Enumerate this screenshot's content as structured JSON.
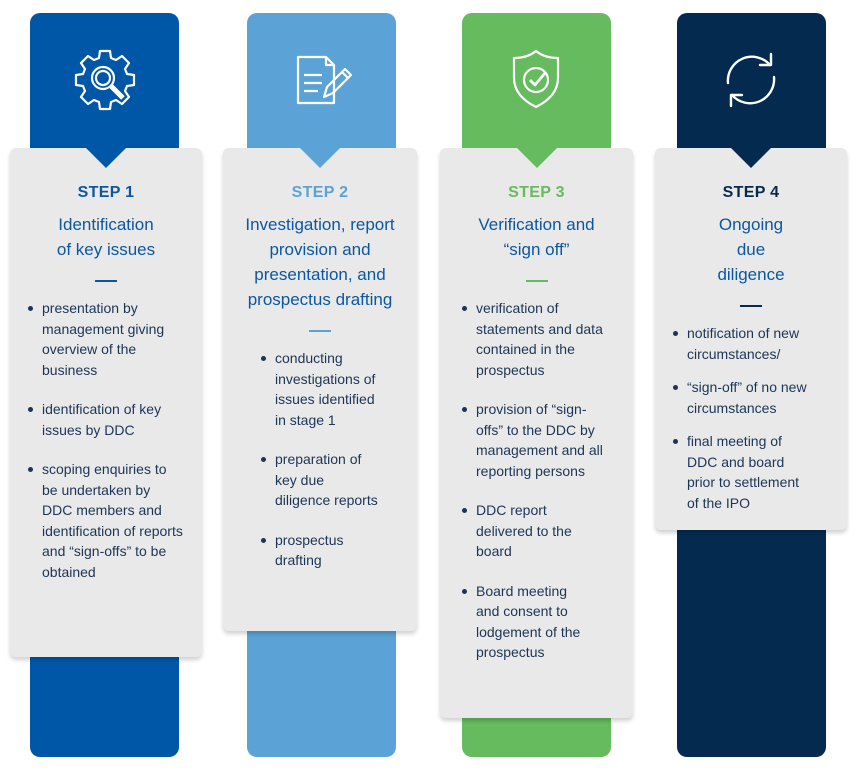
{
  "colors": {
    "step1": "#0057a8",
    "step2": "#5ba3d6",
    "step3": "#66bb5f",
    "step4": "#042b4f",
    "card": "#e9e9e9",
    "text": "#1c3557"
  },
  "steps": [
    {
      "icon": "gear-search-icon",
      "label": "STEP 1",
      "title": "Identification of key issues",
      "bullets": [
        "presentation by management giving overview of the business",
        "identification of key issues by DDC",
        "scoping enquiries to be undertaken by DDC members and identification of reports and “sign-offs” to be obtained"
      ]
    },
    {
      "icon": "document-edit-icon",
      "label": "STEP 2",
      "title": "Investigation, report provision and presentation, and prospectus drafting",
      "bullets": [
        "conducting investigations of issues identified in stage 1",
        "preparation of key due diligence reports",
        "prospectus drafting"
      ]
    },
    {
      "icon": "shield-check-icon",
      "label": "STEP 3",
      "title": "Verification and “sign off”",
      "bullets": [
        "verification of statements and data contained in the prospectus",
        "provision of “sign-offs” to the DDC by management and all reporting persons",
        "DDC report delivered to the board",
        "Board meeting and consent to lodgement of the prospectus"
      ]
    },
    {
      "icon": "refresh-icon",
      "label": "STEP 4",
      "title": "Ongoing due diligence",
      "bullets": [
        "notification of new circumstances/",
        "“sign-off” of no new circumstances",
        "final meeting of DDC and board prior to settlement of the IPO"
      ]
    }
  ]
}
